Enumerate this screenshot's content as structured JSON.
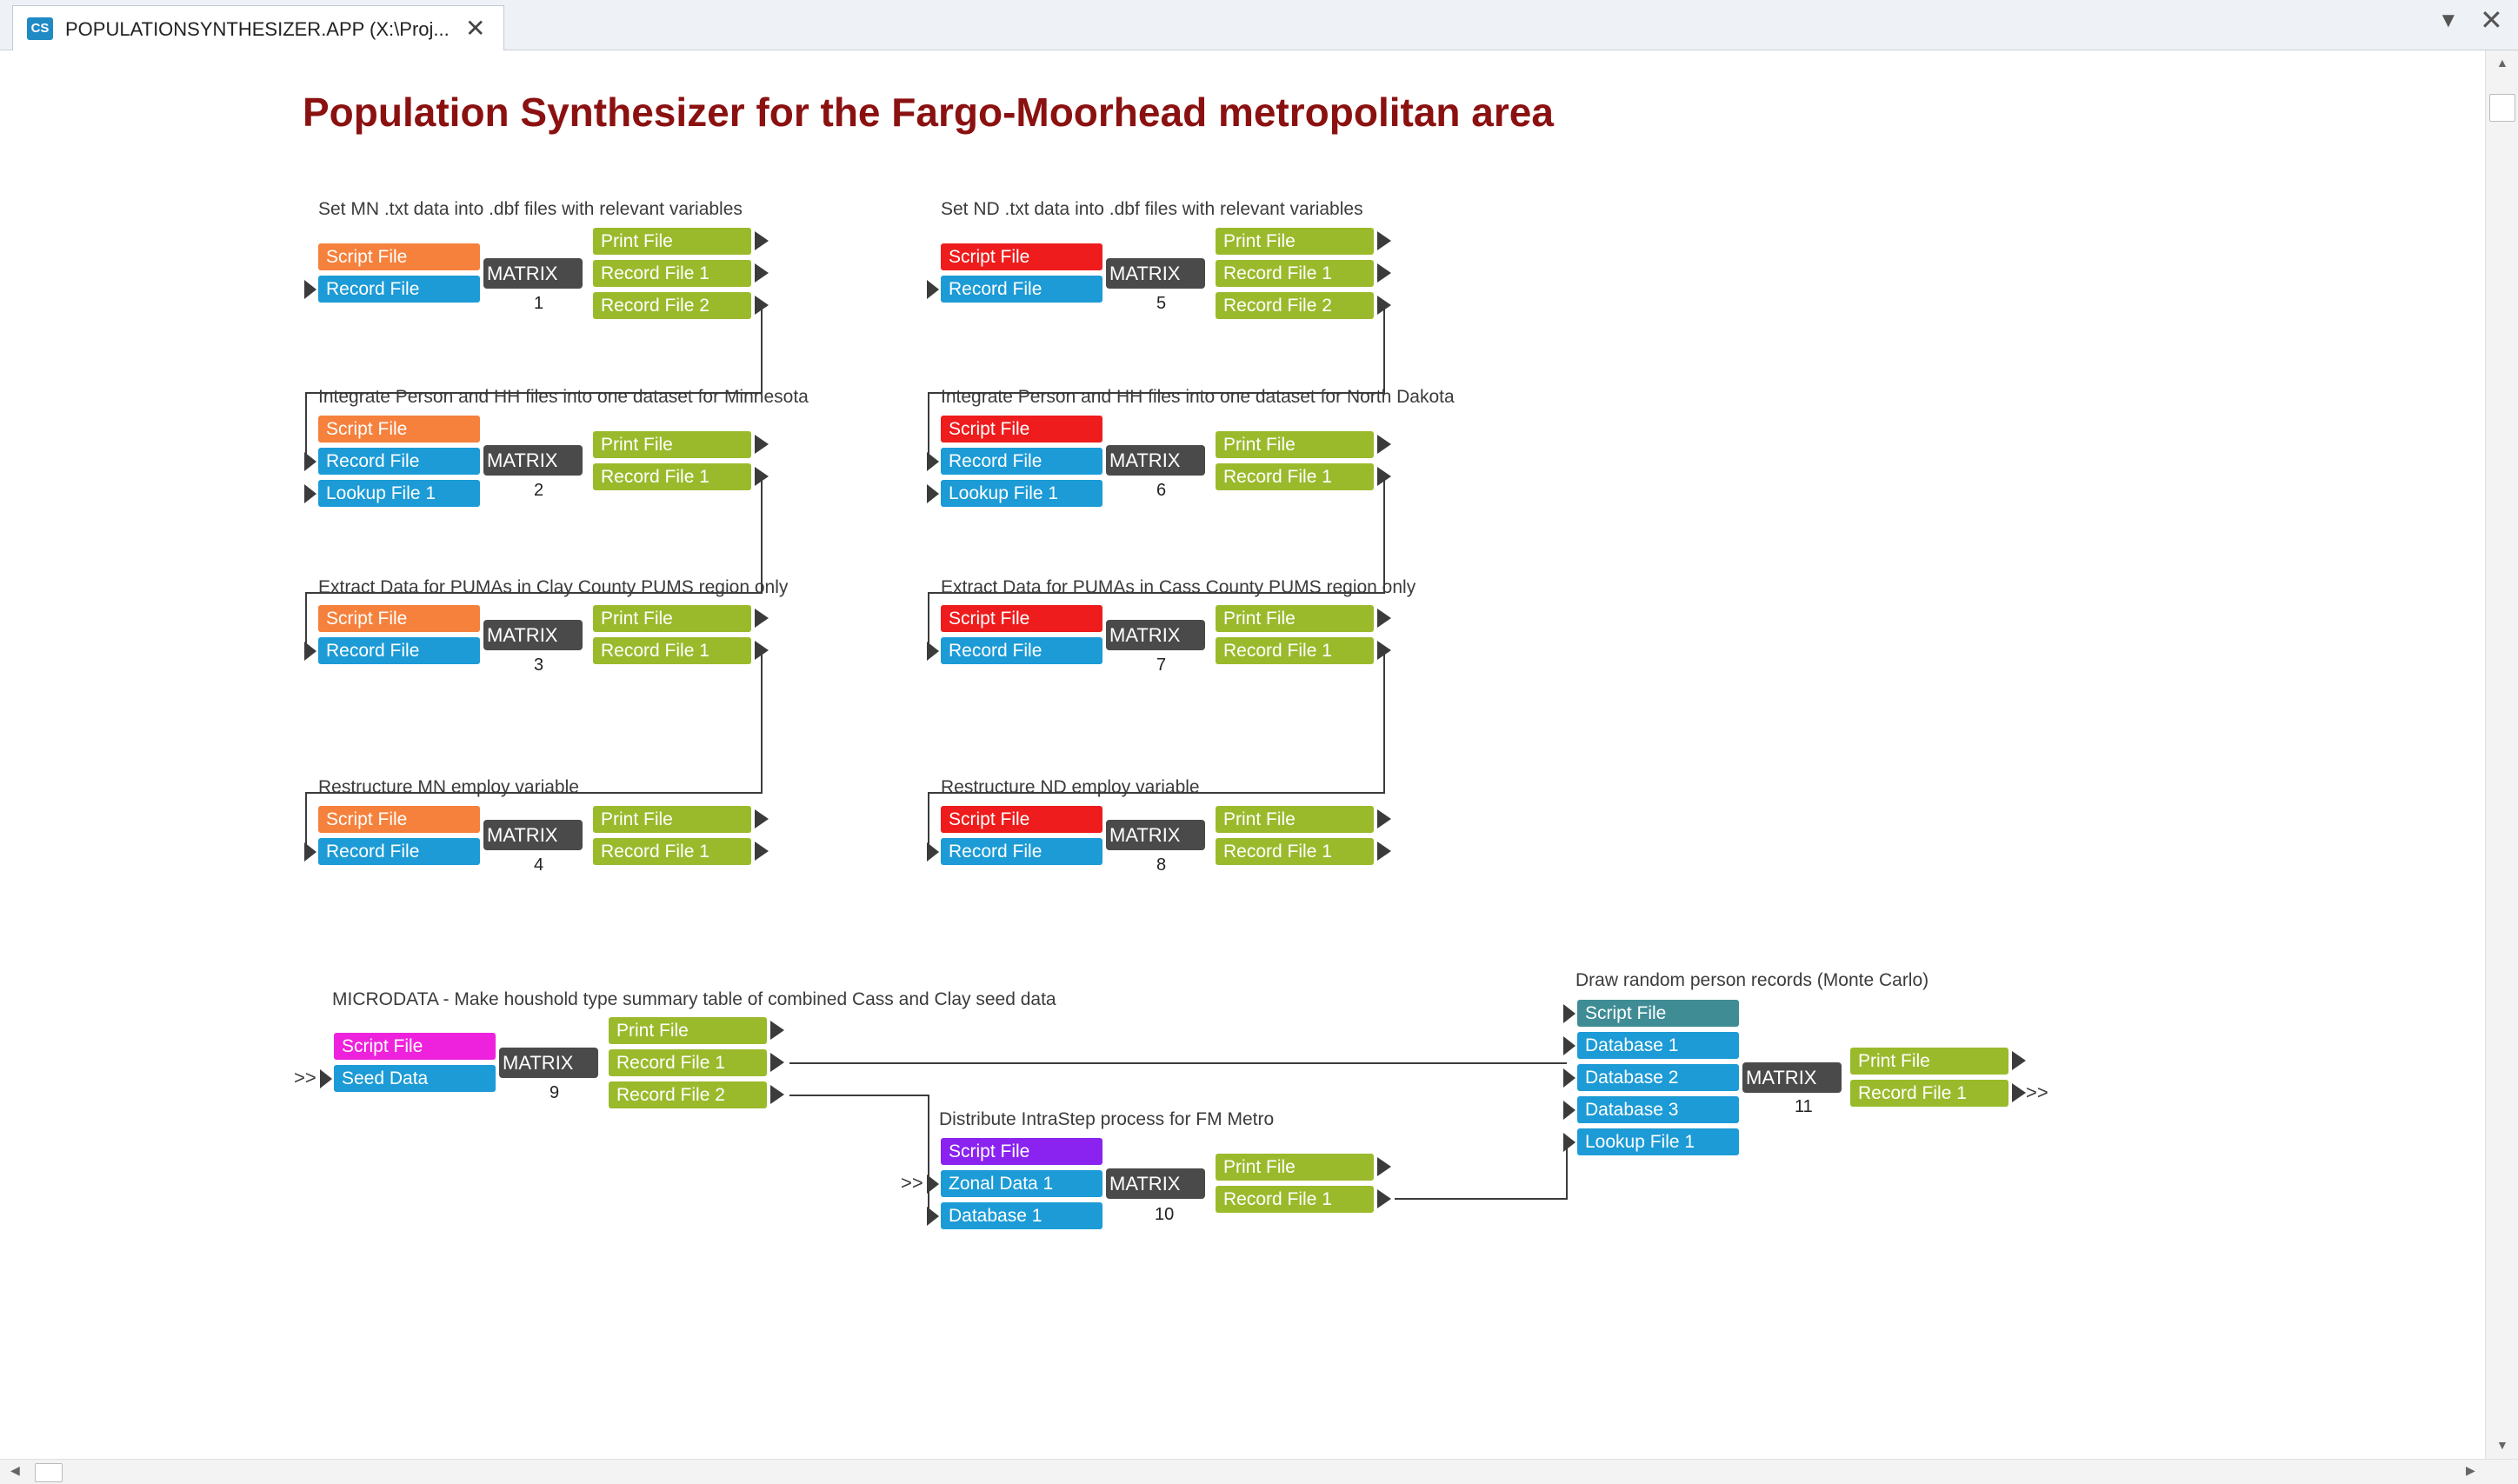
{
  "window": {
    "tab_title": "POPULATIONSYNTHESIZER.APP (X:\\Proj...",
    "tab_icon_text": "CS",
    "close_glyph": "✕",
    "dropdown_glyph": "▼",
    "window_close_glyph": "✕"
  },
  "page_title": "Population Synthesizer for the Fargo-Moorhead metropolitan area",
  "colors": {
    "script_orange": "#f5813c",
    "script_red": "#ee1c1c",
    "script_magenta": "#ee22dd",
    "script_purple": "#8a22f0",
    "script_teal": "#3f8c95",
    "input_blue": "#1c9bd6",
    "output_green": "#9aba2c",
    "matrix_gray": "#4a4a4a",
    "title_red": "#8b1111"
  },
  "steps": [
    {
      "title": "Set MN .txt data into .dbf files with relevant variables",
      "matrix": "MATRIX",
      "number": "1",
      "inputs": [
        "Script File",
        "Record File"
      ],
      "outputs": [
        "Print File",
        "Record File 1",
        "Record File 2"
      ]
    },
    {
      "title": "Integrate Person and HH files into one dataset for Minnesota",
      "matrix": "MATRIX",
      "number": "2",
      "inputs": [
        "Script File",
        "Record File",
        "Lookup File 1"
      ],
      "outputs": [
        "Print File",
        "Record File 1"
      ]
    },
    {
      "title": "Extract Data for PUMAs in Clay County PUMS region only",
      "matrix": "MATRIX",
      "number": "3",
      "inputs": [
        "Script File",
        "Record File"
      ],
      "outputs": [
        "Print File",
        "Record File 1"
      ]
    },
    {
      "title": "Restructure MN employ variable",
      "matrix": "MATRIX",
      "number": "4",
      "inputs": [
        "Script File",
        "Record File"
      ],
      "outputs": [
        "Print File",
        "Record File 1"
      ]
    },
    {
      "title": "Set ND .txt data into .dbf files with relevant variables",
      "matrix": "MATRIX",
      "number": "5",
      "inputs": [
        "Script File",
        "Record File"
      ],
      "outputs": [
        "Print File",
        "Record File 1",
        "Record File 2"
      ]
    },
    {
      "title": "Integrate Person and HH files into one dataset for North Dakota",
      "matrix": "MATRIX",
      "number": "6",
      "inputs": [
        "Script File",
        "Record File",
        "Lookup File 1"
      ],
      "outputs": [
        "Print File",
        "Record File 1"
      ]
    },
    {
      "title": "Extract Data for PUMAs in Cass County PUMS region only",
      "matrix": "MATRIX",
      "number": "7",
      "inputs": [
        "Script File",
        "Record File"
      ],
      "outputs": [
        "Print File",
        "Record File 1"
      ]
    },
    {
      "title": "Restructure ND employ variable",
      "matrix": "MATRIX",
      "number": "8",
      "inputs": [
        "Script File",
        "Record File"
      ],
      "outputs": [
        "Print File",
        "Record File 1"
      ]
    },
    {
      "title": "MICRODATA - Make houshold type summary table of combined Cass and Clay seed data",
      "matrix": "MATRIX",
      "number": "9",
      "inputs": [
        "Script File",
        "Seed Data"
      ],
      "outputs": [
        "Print File",
        "Record File 1",
        "Record File 2"
      ]
    },
    {
      "title": "Distribute IntraStep process for FM Metro",
      "matrix": "MATRIX",
      "number": "10",
      "inputs": [
        "Script File",
        "Zonal Data 1",
        "Database 1"
      ],
      "outputs": [
        "Print File",
        "Record File 1"
      ]
    },
    {
      "title": "Draw random person records (Monte Carlo)",
      "matrix": "MATRIX",
      "number": "11",
      "inputs": [
        "Script File",
        "Database 1",
        "Database 2",
        "Database 3",
        "Lookup File 1"
      ],
      "outputs": [
        "Print File",
        "Record File 1"
      ]
    }
  ],
  "connector_glyph": ">>"
}
